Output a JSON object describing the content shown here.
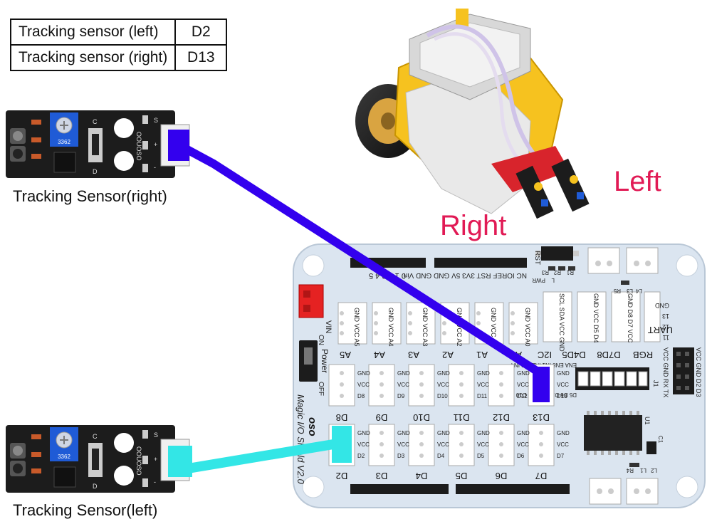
{
  "pin_table": {
    "rows": [
      {
        "sensor": "Tracking sensor (left)",
        "pin": "D2"
      },
      {
        "sensor": "Tracking sensor (right)",
        "pin": "D13"
      }
    ]
  },
  "sensor_right": {
    "caption": "Tracking Sensor(right)",
    "pot_code": "3362",
    "pin_labels": [
      "-",
      "+",
      "S"
    ],
    "vertical_text": "OOUOSO",
    "switch_labels": [
      "C",
      "D"
    ]
  },
  "sensor_left": {
    "caption": "Tracking Sensor(left)",
    "pot_code": "3362",
    "pin_labels": [
      "-",
      "+",
      "S"
    ],
    "vertical_text": "OOUOSO",
    "switch_labels": [
      "C",
      "D"
    ]
  },
  "robot": {
    "label_left": "Left",
    "label_right": "Right"
  },
  "shield": {
    "title": "Magic I/O Shield V2.0",
    "brand": "oso",
    "power_label": "Power",
    "on_label": "ON",
    "off_label": "OFF",
    "vin_label": "VIN",
    "rst_label": "RST",
    "header_top_left": "0 1 2 3 4 5",
    "header_top_right": "NC IOREF RST 3V3 5V GND GND Vin",
    "row1_ports": [
      "A5",
      "A4",
      "A3",
      "A2",
      "A1",
      "A0",
      "I2C",
      "D4D5",
      "D7D8",
      "RGB"
    ],
    "row1_pin_labels": [
      "GND VCC A5",
      "GND VCC A4",
      "GND VCC A3",
      "GND VCC A2",
      "GND VCC A1",
      "GND VCC A0",
      "SCL SDA VCC GND",
      "GND VCC D5 D4",
      "GND D8 D7 VCC"
    ],
    "row2_ports": [
      "D8",
      "D9",
      "D10",
      "D11",
      "D12",
      "D13"
    ],
    "row2_pin_suffix": [
      "D8",
      "D9",
      "D10",
      "D11",
      "D12",
      "D13"
    ],
    "row3_ports": [
      "D2",
      "D3",
      "D4",
      "D5",
      "D6",
      "D7"
    ],
    "row3_pin_suffix": [
      "D2",
      "D3",
      "D4",
      "D5",
      "D6",
      "D7"
    ],
    "gnd_label": "GND",
    "vcc_label": "VCC",
    "uart_label": "UART",
    "uart_pins": "VCC GND RX TX",
    "uart_pins2": "VCC GND D2 D3",
    "motor_labels": "ENA EN8 IN1 IN2 IN3 IN4",
    "motor_pins": "D5 D6 D12 D11 D9 D10",
    "right_pin_labels": [
      "GND",
      "13",
      "12",
      "11"
    ],
    "misc_labels": [
      "PWR",
      "L",
      "L4",
      "L3",
      "R5",
      "R3",
      "R2",
      "R1",
      "U1",
      "C1",
      "R4",
      "L1",
      "L2",
      "J1"
    ]
  },
  "wires": {
    "right_color": "#3300ee",
    "left_color": "#33e6e6"
  },
  "colors": {
    "board": "#dbe5f0",
    "pcb": "#1c1c1c",
    "pot": "#1f5bd6",
    "label_red": "#e11a55"
  }
}
